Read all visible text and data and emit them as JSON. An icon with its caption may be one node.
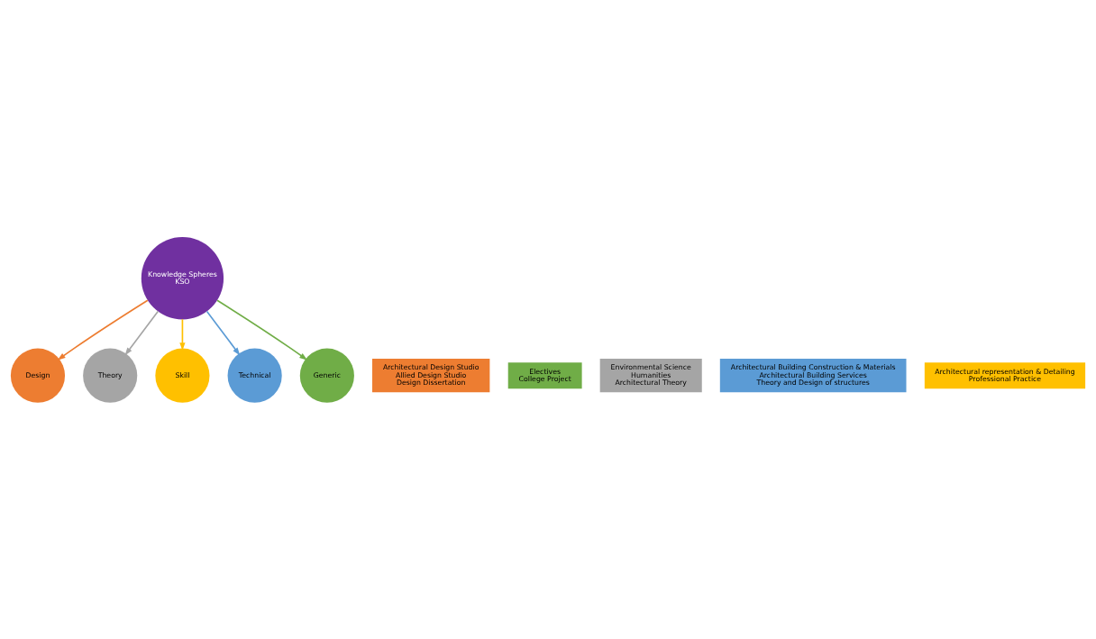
{
  "diagram": {
    "nodes": [
      {
        "text": [
          "Knowledge Spheres",
          "KSO"
        ]
      },
      {
        "text": [
          "Design"
        ]
      },
      {
        "text": [
          "Theory"
        ]
      },
      {
        "text": [
          "Skill"
        ]
      },
      {
        "text": [
          "Technical"
        ]
      },
      {
        "text": [
          "Generic"
        ]
      },
      {
        "text": [
          "Architectural Design Studio",
          "Allied Design Studio",
          "Design Dissertation"
        ]
      },
      {
        "text": [
          "Electives",
          "College Project"
        ]
      },
      {
        "text": [
          "Environmental Science",
          "Humanities",
          "Architectural Theory"
        ]
      },
      {
        "text": [
          "Architectural Building Construction & Materials",
          "Architectural Building Services",
          "Theory and Design of structures"
        ]
      },
      {
        "text": [
          "Architectural representation & Detailing",
          "Professional Practice"
        ]
      }
    ],
    "edges": [
      {
        "from": 0,
        "to": 1,
        "arrow": "to",
        "color": "#ed7d31"
      },
      {
        "from": 0,
        "to": 2,
        "arrow": "to",
        "color": "#a5a5a5"
      },
      {
        "from": 0,
        "to": 3,
        "arrow": "to",
        "color": "#ffc000"
      },
      {
        "from": 0,
        "to": 4,
        "arrow": "to",
        "color": "#5b9bd5"
      },
      {
        "from": 0,
        "to": 5,
        "arrow": "to",
        "color": "#70ad47"
      }
    ]
  }
}
